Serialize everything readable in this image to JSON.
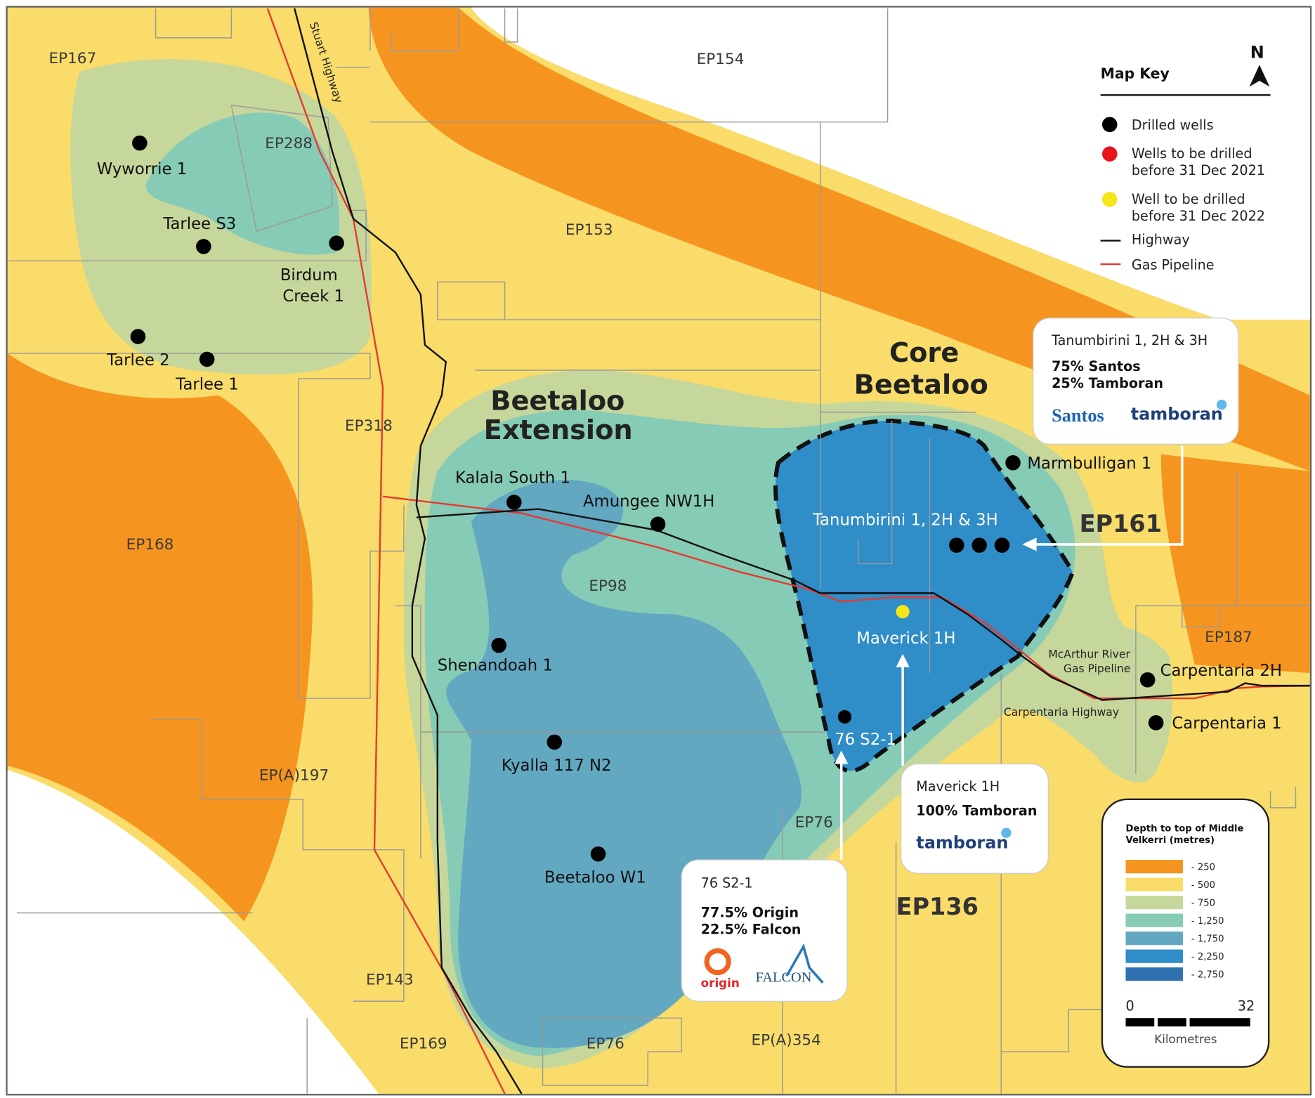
{
  "map": {
    "regions": {
      "beetaloo_extension": [
        "Beetaloo",
        "Extension"
      ],
      "core_beetaloo": [
        "Core",
        "Beetaloo"
      ]
    },
    "blocks": [
      "EP167",
      "EP154",
      "EP288",
      "EP153",
      "EP318",
      "EP168",
      "EP98",
      "EP161",
      "EP187",
      "EP(A)197",
      "EP76",
      "EP136",
      "EP143",
      "EP169",
      "EP76",
      "EP(A)354"
    ],
    "road_labels": {
      "stuart_highway": "Stuart Highway",
      "carpentaria_highway": "Carpentaria Highway",
      "mcarthur_pipeline": [
        "McArthur River",
        "Gas Pipeline"
      ]
    },
    "wells": {
      "wyworrie": "Wyworrie 1",
      "tarlee_s3": "Tarlee S3",
      "birdum": [
        "Birdum",
        "Creek 1"
      ],
      "tarlee2": "Tarlee 2",
      "tarlee1": "Tarlee 1",
      "kalala": "Kalala South 1",
      "amungee": "Amungee NW1H",
      "shenandoah": "Shenandoah 1",
      "kyalla": "Kyalla 117 N2",
      "beetaloo_w1": "Beetaloo W1",
      "tanumbirini": "Tanumbirini 1, 2H & 3H",
      "maverick": "Maverick 1H",
      "s76": "76 S2-1",
      "marmbulligan": "Marmbulligan 1",
      "carpentaria2h": "Carpentaria 2H",
      "carpentaria1": "Carpentaria 1"
    }
  },
  "map_key": {
    "title": "Map Key",
    "north": "N",
    "items": [
      "Drilled wells",
      [
        "Wells to be drilled",
        "before 31 Dec 2021"
      ],
      [
        "Well to be drilled",
        "before 31 Dec 2022"
      ],
      "Highway",
      "Gas Pipeline"
    ],
    "colors": {
      "drilled": "#000000",
      "2021": "#e8141b",
      "2022": "#f5e61a",
      "highway": "#111111",
      "pipeline": "#e53a2f"
    }
  },
  "callouts": {
    "tanumbirini": {
      "title": "Tanumbirini 1, 2H & 3H",
      "lines": [
        "75% Santos",
        "25% Tamboran"
      ],
      "logos": [
        "Santos",
        "tamboran"
      ]
    },
    "maverick": {
      "title": "Maverick 1H",
      "lines": [
        "100% Tamboran"
      ],
      "logos": [
        "tamboran"
      ]
    },
    "s76": {
      "title": "76 S2-1",
      "lines": [
        "77.5% Origin",
        "22.5% Falcon"
      ],
      "logos": [
        "origin",
        "FALCON"
      ]
    }
  },
  "depth_legend": {
    "title": [
      "Depth to top of Middle",
      "Velkerri (metres)"
    ],
    "items": [
      {
        "label": "- 250",
        "color": "#f5941f"
      },
      {
        "label": "- 500",
        "color": "#f9dc6a"
      },
      {
        "label": "- 750",
        "color": "#c6d79b"
      },
      {
        "label": "- 1,250",
        "color": "#86cbb6"
      },
      {
        "label": "- 1,750",
        "color": "#62a8c0"
      },
      {
        "label": "- 2,250",
        "color": "#2f8dc8"
      },
      {
        "label": "- 2,750",
        "color": "#2e70b0"
      }
    ],
    "scale": {
      "min": "0",
      "max": "32",
      "unit": "Kilometres"
    }
  }
}
